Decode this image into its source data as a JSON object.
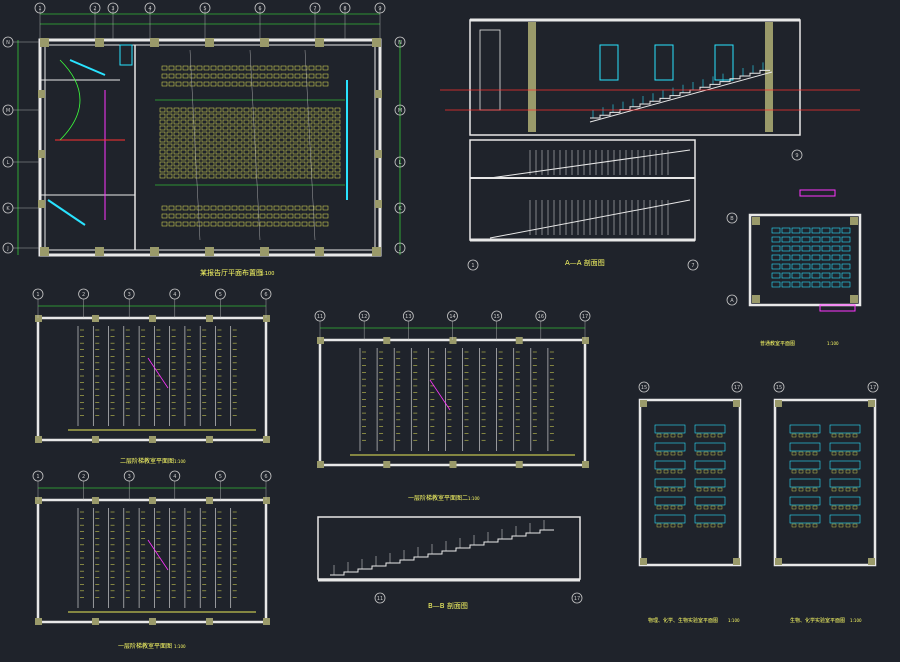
{
  "colors": {
    "background": "#1f232b",
    "wall": "#e8e8e8",
    "column": "#9a9a6a",
    "axis": "#c8c8c8",
    "dimension": "#3cff3c",
    "seat": "#e8e85a",
    "title": "#ffff66",
    "cyan": "#29e3ff",
    "magenta": "#ff34ff",
    "red": "#ff3030",
    "green": "#3cff3c"
  },
  "icons": [
    "grid-axis-bubble-icon",
    "section-arrow-icon",
    "north-arrow-icon"
  ],
  "drawings": [
    {
      "id": "lecture-hall-plan",
      "title": "某报告厅平面布置图",
      "scale": "1:100"
    },
    {
      "id": "section-a-a",
      "title": "A—A  剖面图",
      "scale": "1:100"
    },
    {
      "id": "classroom-small-plan",
      "title": "普通教室平面图",
      "scale": "1:100"
    },
    {
      "id": "floor2-plan",
      "title": "二层阶梯教室平面图",
      "scale": "1:100"
    },
    {
      "id": "floor1-plan-right",
      "title": "一层阶梯教室平面图二",
      "scale": "1:100"
    },
    {
      "id": "floor1-plan-left",
      "title": "一层阶梯教室平面图",
      "scale": "1:100"
    },
    {
      "id": "section-b-b",
      "title": "B—B  剖面图",
      "scale": "1:100"
    },
    {
      "id": "lab-plan-1",
      "title": "物理、化学、生物实验室平面图",
      "scale": "1:100"
    },
    {
      "id": "lab-plan-2",
      "title": "生物、化学实验室平面图",
      "scale": "1:100"
    }
  ],
  "grid_labels": {
    "top_row_a": [
      "1",
      "2",
      "3",
      "4",
      "5",
      "6",
      "7",
      "8",
      "9"
    ],
    "side_row_a": [
      "N",
      "M",
      "L",
      "K",
      "J"
    ],
    "mid_row_b": [
      "11",
      "12",
      "13",
      "14",
      "15",
      "16",
      "17"
    ],
    "section_a": [
      "1",
      "7",
      "9"
    ],
    "lab_cols": [
      "15",
      "17"
    ],
    "small_room": [
      "B",
      "A"
    ]
  }
}
